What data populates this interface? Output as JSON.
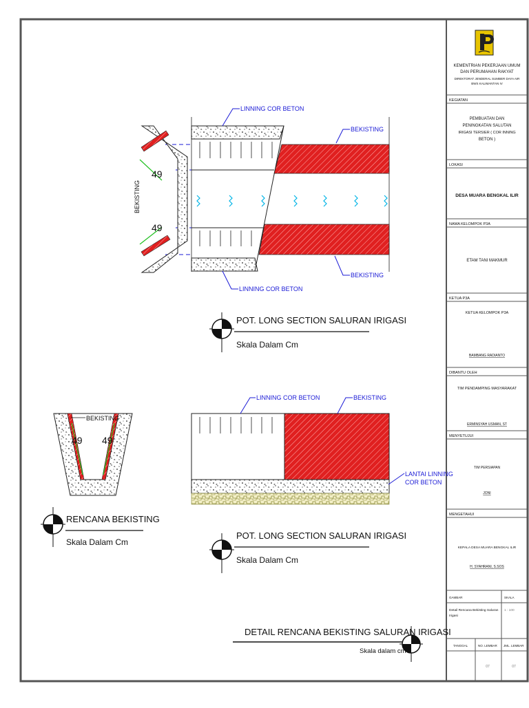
{
  "labels": {
    "linning_cor_beton": "LINNING COR BETON",
    "bekisting": "BEKISTING",
    "bekisting_cap": "BEKISTING",
    "lantai_linning": "LANTAI LINNING",
    "cor_beton": "COR BETON",
    "dim_49": "49"
  },
  "views": {
    "section1_title": "POT. LONG SECTION SALURAN IRIGASI",
    "section1_scale": "Skala Dalam Cm",
    "rencana_title": "RENCANA BEKISTING",
    "rencana_scale": "Skala Dalam Cm",
    "section2_title": "POT. LONG SECTION SALURAN IRIGASI",
    "section2_scale": "Skala Dalam Cm",
    "main_title": "DETAIL RENCANA BEKISTING SALURAN IRIGASI",
    "main_scale": "Skala dalam cm"
  },
  "title_block": {
    "ministry_1": "KEMENTRIAN PEKERJAAN UMUM",
    "ministry_2": "DAN PERUMAHAN RAKYAT",
    "directorate_1": "DIREKTORAT JENDERAL SUMBER DAYA AIR",
    "directorate_2": "BWS KALIMANTAN IV",
    "kegiatan_label": "KEGIATAN",
    "kegiatan_1": "PEMBUATAN DAN",
    "kegiatan_2": "PENINGKATAN SALUTAN",
    "kegiatan_3": "IRIGASI TERSIER ( COR INNING",
    "kegiatan_4": "BETON )",
    "lokasi_label": "LOKASI",
    "lokasi_value": "DESA MUARA BENGKAL ILIR",
    "kelompok_label": "NAMA KELOMPOK P3A",
    "kelompok_value": "ETAM TANI MAKMUR",
    "ketua_label": "KETUA P3A",
    "ketua_title": "KETUA KELOMPOK P3A",
    "ketua_name": "BAMBANG RADIANTO",
    "dibantu_label": "DIBANTU OLEH",
    "dibantu_title": "TIM PENDAMPING MASYARAKAT",
    "dibantu_name": "ERMINSYAH USMAN, ST",
    "menyetujui_label": "MENYETUJUI",
    "menyetujui_title": "TIM PERSIAPAN",
    "menyetujui_name": "JONI",
    "mengetahui_label": "MENGETAHUI",
    "mengetahui_title": "KEPALA DESA MUARA BENGKAL ILIR",
    "mengetahui_name": "H. SYAHRANI, S.SOS",
    "gambar_label": "GAMBAR",
    "skala_label": "SKALA",
    "gambar_1": "Detail Rencana Bekisting Saluran",
    "gambar_2": "Irigasi",
    "skala_value": "1 : 100",
    "tanggal_label": "TANGGAL",
    "no_lembar_label": "NO. LEMBAR",
    "jml_lembar_label": "JML. LEMBAR",
    "no_lembar_value": "07",
    "jml_lembar_value": "07"
  },
  "colors": {
    "annotation": "#1a1ad6",
    "formwork": "#e02020",
    "dimension": "#20c020",
    "water": "#00b4e6",
    "frame": "#555555"
  }
}
